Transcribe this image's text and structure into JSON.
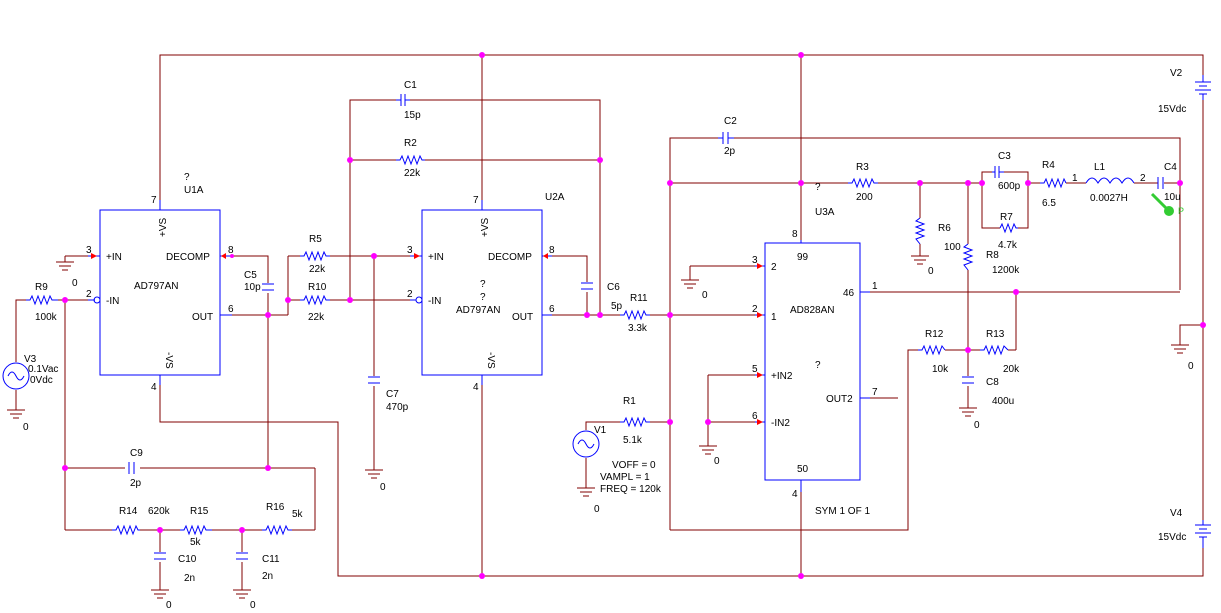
{
  "components": {
    "U1A": {
      "ref": "U1A",
      "q": "?",
      "part": "AD797AN",
      "pins": {
        "plus_in": "+IN",
        "minus_in": "-IN",
        "decomp": "DECOMP",
        "out": "OUT",
        "vs_pos": "+VS",
        "vs_neg": "-VS"
      },
      "pin_nums": {
        "p7": "7",
        "p3": "3",
        "p2": "2",
        "p8": "8",
        "p6": "6",
        "p4": "4"
      }
    },
    "U2A": {
      "ref": "U2A",
      "q1": "?",
      "q2": "?",
      "part": "AD797AN",
      "pins": {
        "plus_in": "+IN",
        "minus_in": "-IN",
        "decomp": "DECOMP",
        "out": "OUT",
        "vs_pos": "+VS",
        "vs_neg": "-VS"
      },
      "pin_nums": {
        "p7": "7",
        "p3": "3",
        "p2": "2",
        "p8": "8",
        "p6": "6",
        "p4": "4"
      }
    },
    "U3A": {
      "ref": "U3A",
      "q1": "?",
      "q2": "?",
      "part": "AD828AN",
      "sym": "SYM 1 OF 1",
      "pins": {
        "p2": "2",
        "p1": "1",
        "plus_in2": "+IN2",
        "minus_in2": "-IN2",
        "p99": "99",
        "p50": "50",
        "p46": "46",
        "out2": "OUT2"
      },
      "pin_nums": {
        "p3": "3",
        "p2": "2",
        "p5": "5",
        "p6": "6",
        "p8": "8",
        "p4": "4",
        "p1": "1",
        "p7": "7"
      }
    },
    "C1": {
      "ref": "C1",
      "value": "15p"
    },
    "R2": {
      "ref": "R2",
      "value": "22k"
    },
    "C2": {
      "ref": "C2",
      "value": "2p"
    },
    "R3": {
      "ref": "R3",
      "value": "200"
    },
    "C3": {
      "ref": "C3",
      "value": "600p"
    },
    "R4": {
      "ref": "R4",
      "value": "6.5"
    },
    "L1": {
      "ref": "L1",
      "value": "0.0027H",
      "pin1": "1",
      "pin2": "2"
    },
    "C4": {
      "ref": "C4",
      "value": "10u"
    },
    "R5": {
      "ref": "R5",
      "value": "22k"
    },
    "R10": {
      "ref": "R10",
      "value": "22k"
    },
    "C5": {
      "ref": "C5",
      "value": "10p"
    },
    "C6": {
      "ref": "C6",
      "value": "5p"
    },
    "R11": {
      "ref": "R11",
      "value": "3.3k"
    },
    "C7": {
      "ref": "C7",
      "value": "470p"
    },
    "R6": {
      "ref": "R6",
      "value": "100"
    },
    "R7": {
      "ref": "R7",
      "value": "4.7k"
    },
    "R8": {
      "ref": "R8",
      "value": "1200k"
    },
    "R9": {
      "ref": "R9",
      "value": "100k"
    },
    "V3": {
      "ref": "V3",
      "vac": "0.1Vac",
      "vdc": "0Vdc"
    },
    "C9": {
      "ref": "C9",
      "value": "2p"
    },
    "R14": {
      "ref": "R14",
      "value": "620k"
    },
    "R15": {
      "ref": "R15",
      "value": "5k"
    },
    "R16": {
      "ref": "R16",
      "value": "5k"
    },
    "C10": {
      "ref": "C10",
      "value": "2n"
    },
    "C11": {
      "ref": "C11",
      "value": "2n"
    },
    "R1": {
      "ref": "R1",
      "value": "5.1k"
    },
    "V1": {
      "ref": "V1",
      "voff": "VOFF = 0",
      "vampl": "VAMPL = 1",
      "freq": "FREQ = 120k"
    },
    "R12": {
      "ref": "R12",
      "value": "10k"
    },
    "R13": {
      "ref": "R13",
      "value": "20k"
    },
    "C8": {
      "ref": "C8",
      "value": "400u"
    },
    "V2": {
      "ref": "V2",
      "value": "15Vdc"
    },
    "V4": {
      "ref": "V4",
      "value": "15Vdc"
    }
  },
  "grounds": {
    "label": "0"
  },
  "probe": {
    "label": "P"
  },
  "colors": {
    "wire": "#800000",
    "part": "#0000ff",
    "node": "#ff00ff",
    "probe": "#33cc33"
  }
}
